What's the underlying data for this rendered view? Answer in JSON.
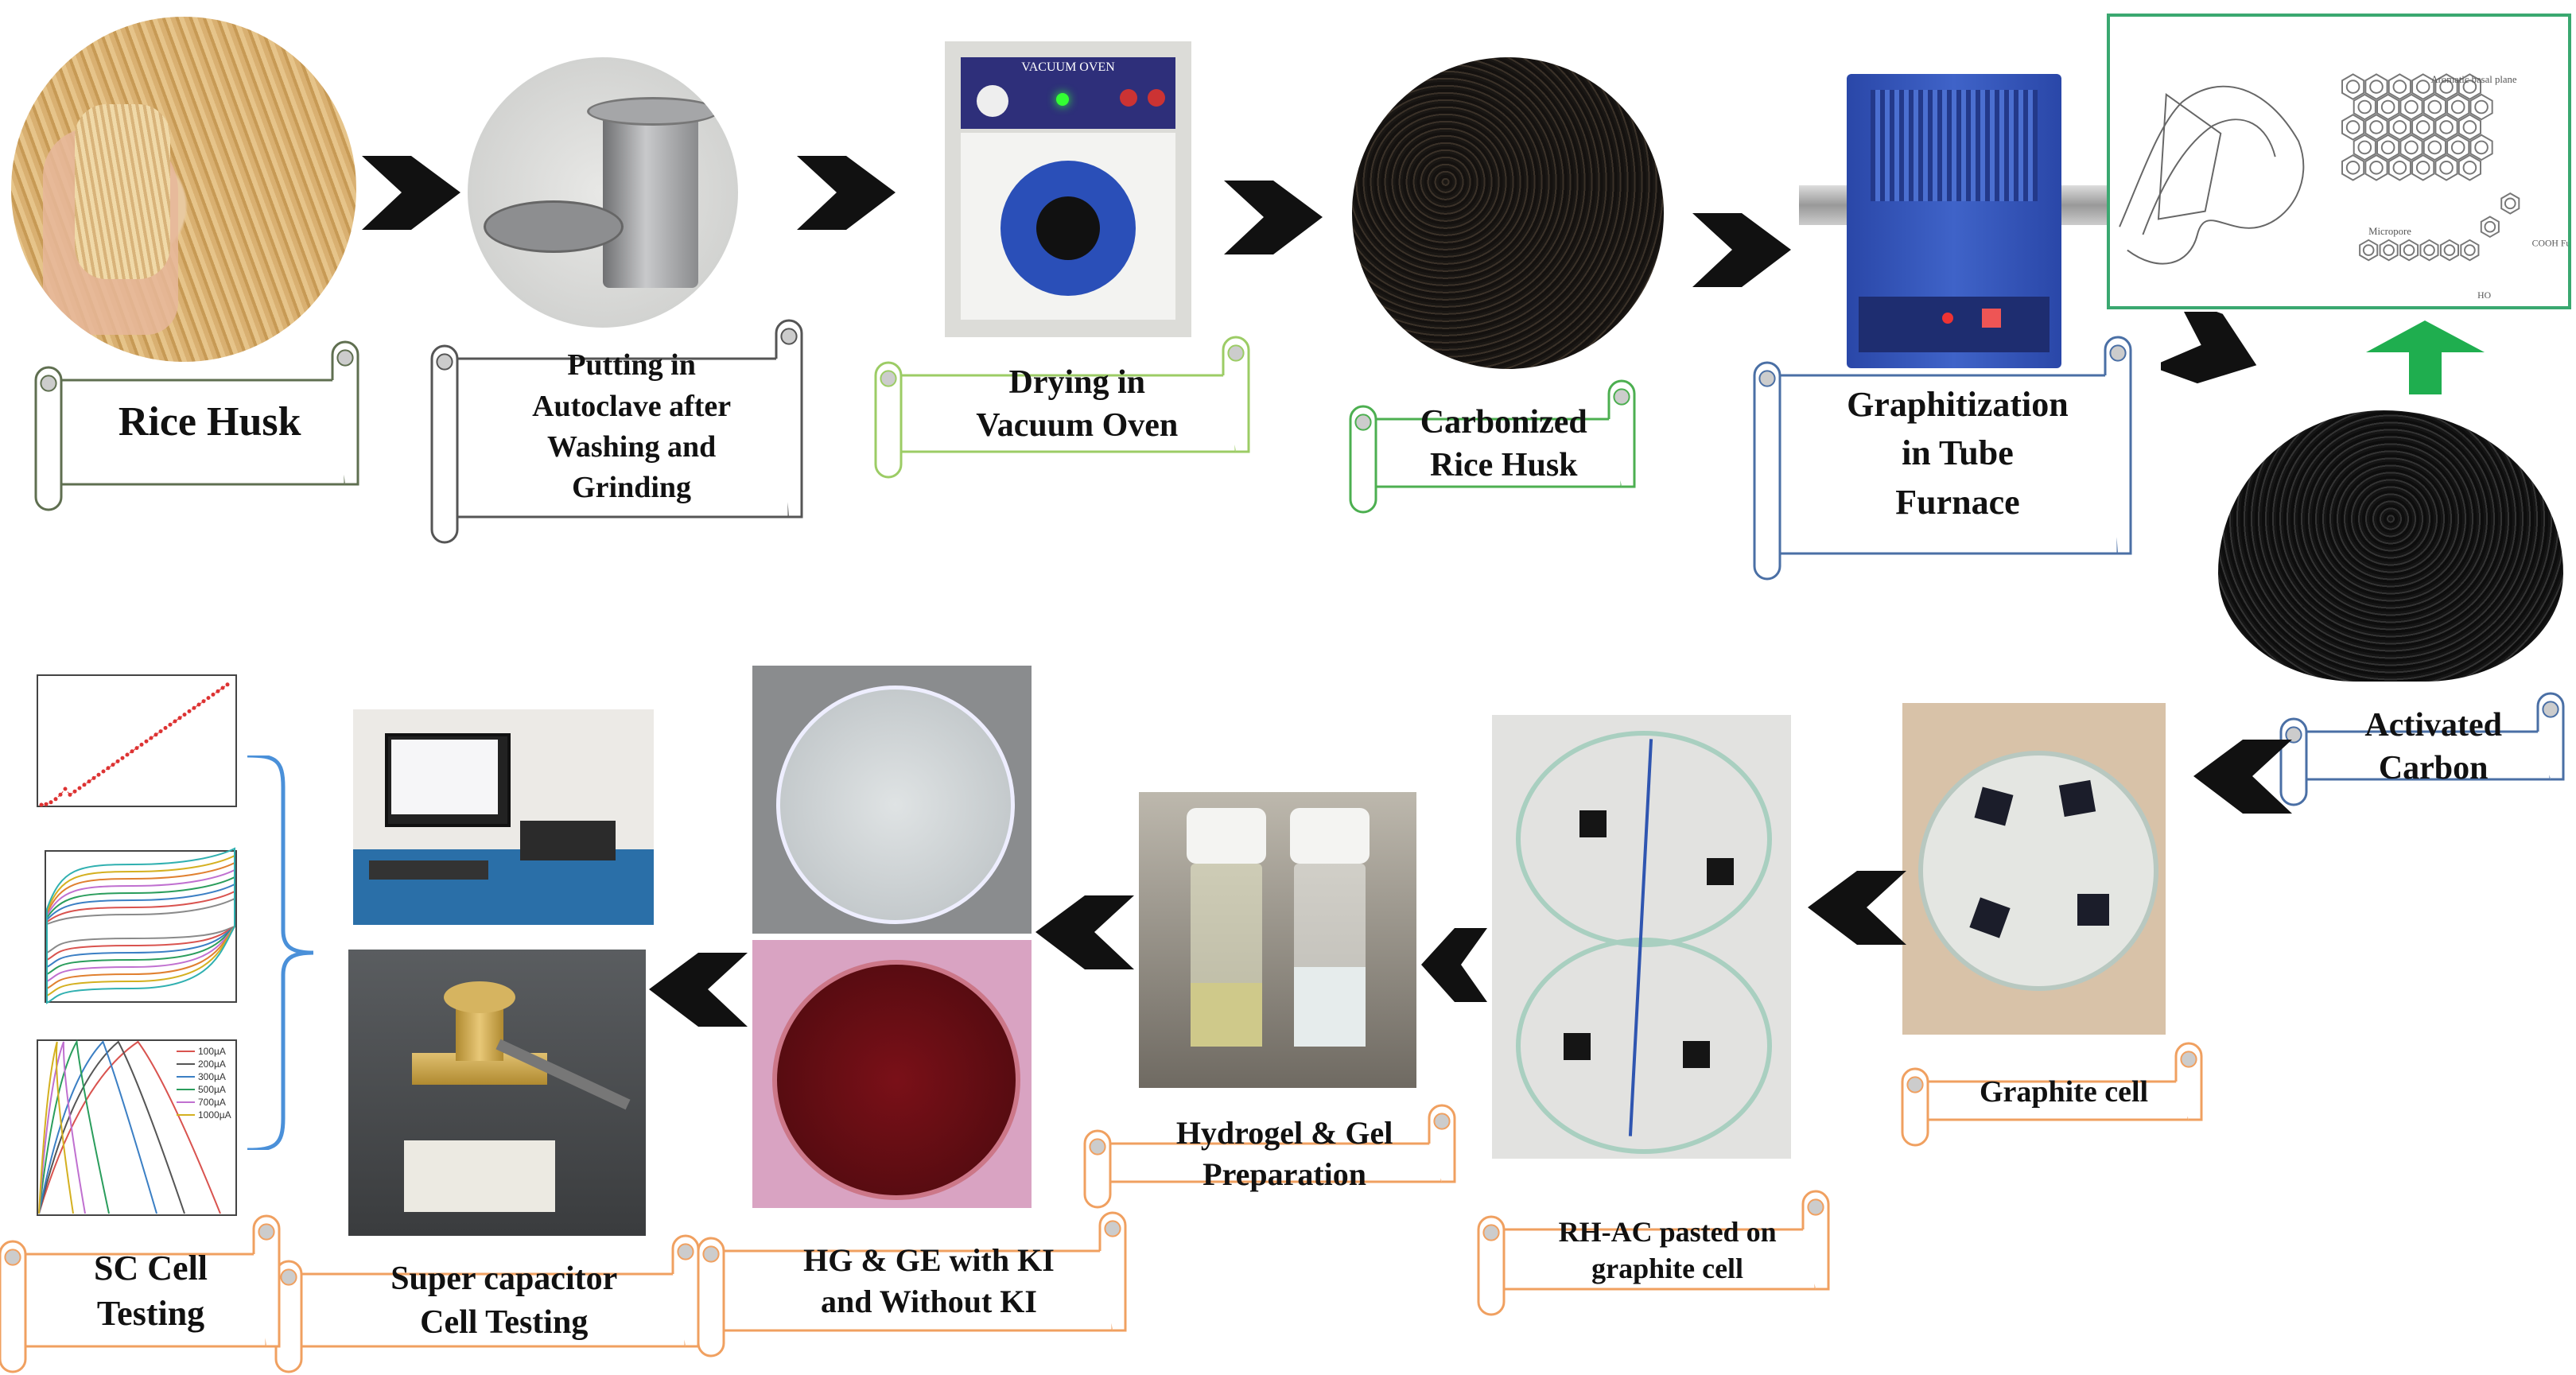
{
  "steps": {
    "rice_husk": "Rice Husk",
    "autoclave": "Putting in\nAutoclave after\nWashing and\nGrinding",
    "drying": "Drying  in\nVacuum Oven",
    "carbonized": "Carbonized\nRice Husk",
    "graphitization": "Graphitization\nin Tube\nFurnace",
    "activated": "Activated\nCarbon",
    "graphite_cell": "Graphite cell",
    "rhac": "RH-AC pasted on\ngraphite cell",
    "hydrogel": "Hydrogel & Gel\nPreparation",
    "hg_ge": "HG & GE with KI\nand Without KI",
    "supercap": "Super capacitor\nCell Testing",
    "sc_cell": "SC Cell\nTesting"
  },
  "photo_text": {
    "oven_panel": "VACUUM OVEN",
    "structure_labels": [
      "Aromatic basal plane",
      "Micropore",
      "COOH\nFunctional\ngroups",
      "HO"
    ]
  },
  "charts": {
    "gcd_legend": [
      "100µA",
      "200µA",
      "300µA",
      "500µA",
      "700µA",
      "1000µA"
    ],
    "gcd_colors": [
      "#d9534f",
      "#555555",
      "#3b7fc4",
      "#2a9d5c",
      "#c070d0",
      "#d4b020"
    ],
    "cv_colors": [
      "#8a8a8a",
      "#d9534f",
      "#3b7fc4",
      "#2a9d5c",
      "#c070d0",
      "#e08030",
      "#d4b020",
      "#30b0b0"
    ]
  },
  "colors": {
    "scroll_olive": "#5f6f50",
    "scroll_gray": "#555555",
    "scroll_lightgreen": "#9ccc65",
    "scroll_green": "#4caf50",
    "scroll_blue": "#4a6fa5",
    "scroll_orange": "#f0a060",
    "structure_border": "#3aa870",
    "up_arrow": "#1fae4f"
  }
}
